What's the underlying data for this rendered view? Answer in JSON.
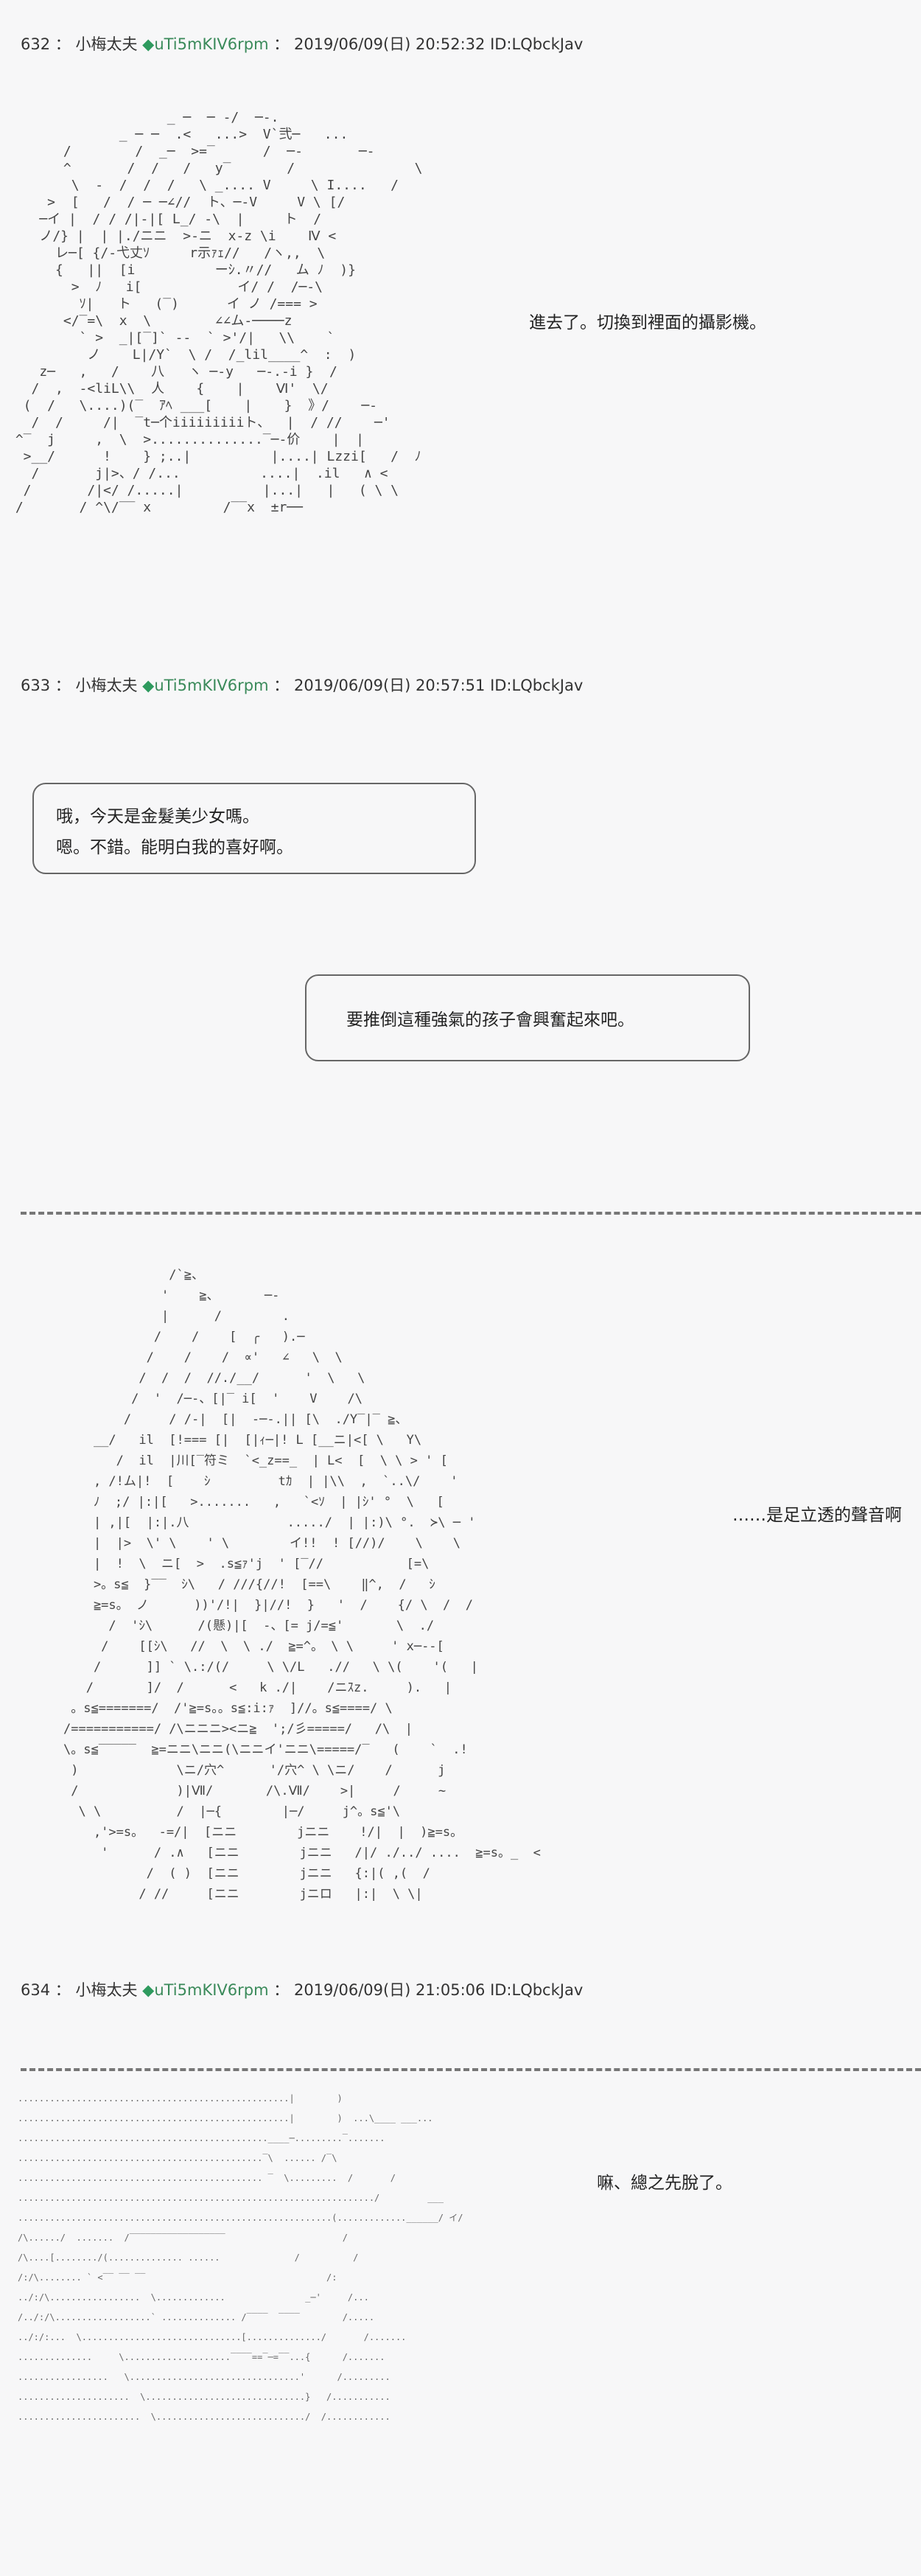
{
  "posts": [
    {
      "number": "632",
      "sep": "：",
      "name": "小梅太夫",
      "trip_icon": "◆",
      "trip": "uTi5mKIV6rpm",
      "date": "2019/06/09(日) 20:52:32",
      "id": "ID:LQbckJav",
      "narration": "進去了。切換到裡面的攝影機。"
    },
    {
      "number": "633",
      "sep": "：",
      "name": "小梅太夫",
      "trip_icon": "◆",
      "trip": "uTi5mKIV6rpm",
      "date": "2019/06/09(日) 20:57:51",
      "id": "ID:LQbckJav",
      "bubble1": [
        "哦，今天是金髮美少女嗎。",
        "嗯。不錯。能明白我的喜好啊。"
      ],
      "bubble2": [
        "要推倒這種強氣的孩子會興奮起來吧。"
      ],
      "narration": "……是足立透的聲音啊"
    },
    {
      "number": "634",
      "sep": "：",
      "name": "小梅太夫",
      "trip_icon": "◆",
      "trip": "uTi5mKIV6rpm",
      "date": "2019/06/09(日) 21:05:06",
      "id": "ID:LQbckJav",
      "narration": "嘛、總之先脫了。"
    }
  ],
  "aa_art": {
    "scene1": "                    _ ─  ─ -/  ─-.\n              _ ─ ─  .<   ...>  V`弐─   ...\n       /        /  _─  >=‾      /  ─-       ─-\n       ^       /  /   /   y‾       /               \\\n        \\  -  /  /  /   \\ _.... V     \\ I....   /\n     >  [   /  / ─ ─∠//  ト、─-V     V \\ [/\n    ─イ |  / / /|-|[ L_/ -\\  |     ト  /\n    ノ/} |  | |./ニニ  >-ニ  x-z \\i    Ⅳ <\n      レ─[ {/-弋丈ｿ     r示ｧｪ//   /ヽ,,  \\\n      {   ||  [i          ーｼ.〃//   ム ﾉ  )}\n        >  ﾉ   i[            イ/ /  /─-\\\n         ｿ|   ト   (‾)      イ ノ /=== >\n       </‾=\\  x  \\        ∠∠ム-────z\n         ` >  _|[‾]` -‐  ` >'/|   \\\\    `\n          ノ    L|/Y`  \\ /  /_lil____^  :  )\n    z─   ,   /    八   ヽ ─-y   ─-.-i }  /\n   /  ,  -<liL\\\\  人    {    |    Ⅵ'  \\/\n  (  /   \\....)(‾  ｱﾍ ___[    |    }  》/    ─-\n   /  /     /|  ‾t─个iiiiiiiiiト、  |  / //    ─'\n ^‾  j     ,  \\  >..............‾─-价    |  |\n  >__/      !    } ;..|          |....| Lzzi[   /  ﾉ\n   /       j|>、/ /...          ....|  .il   ∧ <\n  /       /|</ /.....|          |...|   |   ( \\ \\\n /       / ^\\/‾‾ x         /‾‾x  ±r──",
    "scene2": "              /`≧、\n             '    ≧、      ─-\n             |      /        .\n            /    /    [  ╭   ).─\n           /    /    /  ∝'   ∠   \\  \\\n          /  /  /  //./__/      '  \\   \\\n         /  '  /─-、[|‾ i[  '    V    /\\\n        /     / /-|  [|  -─-.|| [\\  ./Y‾|‾ ≧、\n    __/   il  [!=== [|  [|ｨ─|! L [__ニ|<[ \\   Y\\\n       /  il  |川[‾符ミ  `<_z==_  | L<  [  \\ \\ > ' [\n    , /!ム|!  [    ｼ         tｶ  | |\\\\  ,  `..\\/    '\n    ﾉ  ;/ |:|[   >.......   ,   `<ｿ  | |ｼ' °  \\   [\n    | ,|[  |:|.八             ...../  | |:)\\ °.  ≻\\ ─ '\n    |  |>  \\' \\    ' \\        イ!!  ! [//)/    \\    \\\n    |  !  \\  ニ[  >  .s≦ｧ'j  ' [‾//           [=\\\n    >。s≦  }‾‾  ｼ\\   / ///{//!  [==\\    ‖^,  /   ｼ\n    ≧=s。 ノ      ))'/!|  }|//!  }   '  /    {/ \\  /  /\n      /  'ｼ\\      /(懸)|[  -、[= j/=≦'       \\  ./\n     /    [[ｼ\\   //  \\  \\ ./  ≧=^。 \\ \\     ' x─--[\n    /      ]] ` \\.:/(/     \\ \\/L   .//   \\ \\(    '(   |\n   /       ]/  /      <   k ./|    /ニｽz.     ).   |\n 。s≦=======/  /'≧=s。。s≦:i:ｧ  ]//。s≦====/ \\     \n/===========/ /\\ニニニ><ニ≧  ';/彡=====/   /\\  |\n\\。s≦‾‾‾‾‾  ≧=ニニ\\ニニ(\\ニニイ'ニニ\\=====/‾   (    `  .!\n )             \\ニ/穴^      '/穴^ \\ \\ニ/    /      j\n /             )|Ⅶ/       /\\.Ⅶ/    >|     /     ~\n  \\ \\          /  |─{        |─/     j^。s≦'\\\n    ,'>=s。  -=/|  [ニニ        jニニ    !/|  |  )≧=s。\n     '      / .∧   [ニニ        jニニ   /|/ ./../ ....  ≧=s。_  <\n           /  ( )  [ニニ        jニニ   {:|( ,(  /\n          / //     [ニニ        jニロ   |:|  \\ \\|",
    "scene3": "...................................................|        )\n...................................................|        )  ...\\____ ___...\n...............................................____─.........‾.......\n..............................................‾\\  ...... /‾\\\n.............................................. ‾  \\.........  /       /\n.................................................................../         ___\n...........................................................(.............______/ イ/\n/\\....../  .......  /‾‾‾‾‾‾‾‾‾‾‾‾‾‾‾‾‾‾                      /\n/\\....[......../(.............. ......              /          /\n/:/\\........ ` <‾‾ ‾‾ ‾‾                                  /:\n../:/\\.................  \\.............               _─'     /...\n/../:/\\..................` .............. /‾‾‾‾  ‾‾‾‾        /.....\n../:/:...  \\..............................[............../       /.......\n..............     \\....................‾‾‾‾==‾─=‾‾...{      /.......\n.................   \\................................'      /.........\n.....................  \\..............................}   /...........\n.......................  \\............................/  /............"
  },
  "colors": {
    "background": "#f7f7f8",
    "trip": "#3a8a5a",
    "text": "#222222",
    "divider": "#777777"
  }
}
